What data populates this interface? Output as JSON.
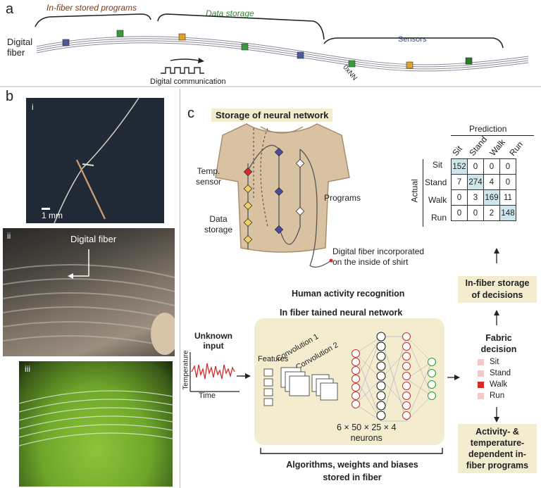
{
  "panel_a": {
    "letter": "a",
    "fiber_label_line1": "Digital",
    "fiber_label_line2": "fiber",
    "stored_programs": "In-fiber stored programs",
    "data_storage": "Data storage",
    "sensors": "Sensors",
    "digital_communication": "Digital communication",
    "chip_label": "0xNN",
    "colors": {
      "stored": "#7a3b1a",
      "data": "#2e8b2e",
      "sensors": "#2f4f8f"
    }
  },
  "panel_b": {
    "letter": "b",
    "photo_i_label": "i",
    "scale_bar": "1 mm",
    "photo_ii_label": "ii",
    "digital_fiber": "Digital fiber",
    "photo_iii_label": "iii"
  },
  "panel_c": {
    "letter": "c",
    "storage_title": "Storage of neural network",
    "temp_sensor_line1": "Temp.",
    "temp_sensor_line2": "sensor",
    "data_storage_line1": "Data",
    "data_storage_line2": "storage",
    "programs": "Programs",
    "incorporated_line1": "Digital fiber incorporated",
    "incorporated_line2": "on the inside of shirt",
    "har_title": "Human activity recognition",
    "trained_title": "In fiber tained neural network",
    "unknown_input_line1": "Unknown",
    "unknown_input_line2": "input",
    "temperature_axis": "Temperature",
    "time_axis": "Time",
    "features": "Features",
    "conv1": "Convolution 1",
    "conv2": "Convolution 2",
    "neurons_line1": "6 × 50 × 25 × 4",
    "neurons_line2": "neurons",
    "algorithms_line1": "Algorithms, weights and biases",
    "algorithms_line2": "stored in fiber",
    "fabric_decision_line1": "Fabric",
    "fabric_decision_line2": "decision",
    "decisions": [
      {
        "label": "Sit",
        "color": "#f2c9c9"
      },
      {
        "label": "Stand",
        "color": "#f2c9c9"
      },
      {
        "label": "Walk",
        "color": "#d42a2a"
      },
      {
        "label": "Run",
        "color": "#f2c9c9"
      }
    ],
    "storage_decisions_line1": "In-fiber storage",
    "storage_decisions_line2": "of decisions",
    "activity_line1": "Activity- &",
    "activity_line2": "temperature-",
    "activity_line3": "dependent in-",
    "activity_line4": "fiber programs",
    "confusion": {
      "prediction_label": "Prediction",
      "actual_label": "Actual",
      "columns": [
        "Sit",
        "Stand",
        "Walk",
        "Run"
      ],
      "rows": [
        {
          "label": "Sit",
          "values": [
            "152",
            "0",
            "0",
            "0"
          ]
        },
        {
          "label": "Stand",
          "values": [
            "7",
            "274",
            "4",
            "0"
          ]
        },
        {
          "label": "Walk",
          "values": [
            "0",
            "3",
            "169",
            "11"
          ]
        },
        {
          "label": "Run",
          "values": [
            "0",
            "0",
            "2",
            "148"
          ]
        }
      ]
    }
  }
}
